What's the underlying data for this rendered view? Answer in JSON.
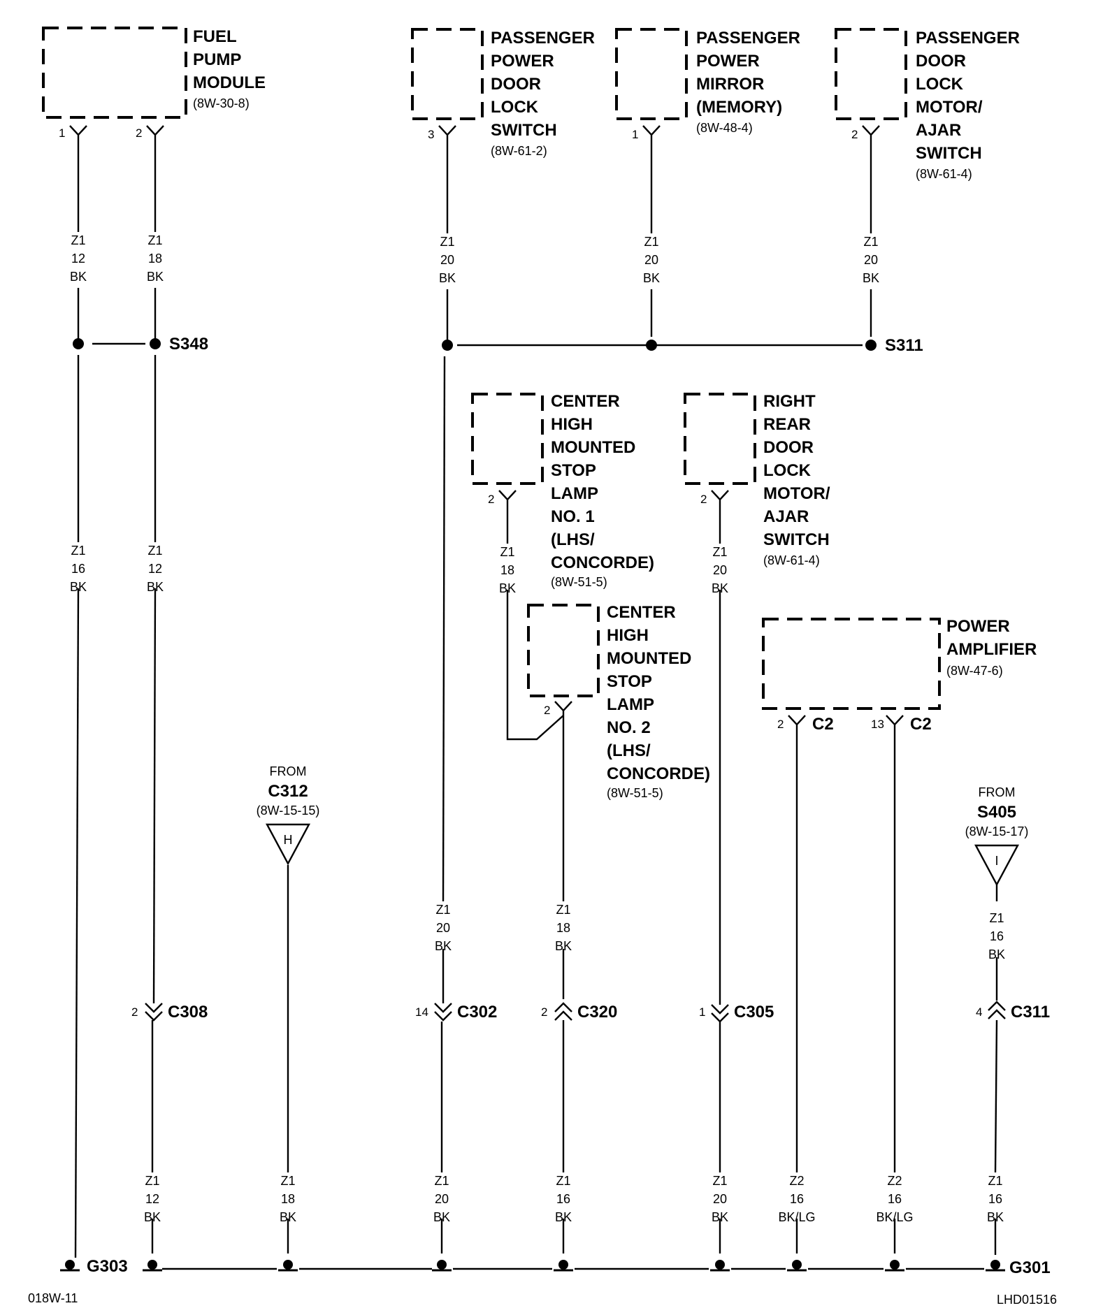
{
  "diagram": {
    "components": [
      {
        "id": "fuel-pump-module",
        "lines": [
          "FUEL",
          "PUMP",
          "MODULE"
        ],
        "ref": "(8W-30-8)"
      },
      {
        "id": "passenger-power-door-lock-switch",
        "lines": [
          "PASSENGER",
          "POWER",
          "DOOR",
          "LOCK",
          "SWITCH"
        ],
        "ref": "(8W-61-2)"
      },
      {
        "id": "passenger-power-mirror",
        "lines": [
          "PASSENGER",
          "POWER",
          "MIRROR",
          "(MEMORY)"
        ],
        "ref": "(8W-48-4)"
      },
      {
        "id": "passenger-door-lock-motor",
        "lines": [
          "PASSENGER",
          "DOOR",
          "LOCK",
          "MOTOR/",
          "AJAR",
          "SWITCH"
        ],
        "ref": "(8W-61-4)"
      },
      {
        "id": "chmsl-no1",
        "lines": [
          "CENTER",
          "HIGH",
          "MOUNTED",
          "STOP",
          "LAMP",
          "NO. 1",
          "(LHS/",
          "CONCORDE)"
        ],
        "ref": "(8W-51-5)"
      },
      {
        "id": "right-rear-door-lock-motor",
        "lines": [
          "RIGHT",
          "REAR",
          "DOOR",
          "LOCK",
          "MOTOR/",
          "AJAR",
          "SWITCH"
        ],
        "ref": "(8W-61-4)"
      },
      {
        "id": "chmsl-no2",
        "lines": [
          "CENTER",
          "HIGH",
          "MOUNTED",
          "STOP",
          "LAMP",
          "NO. 2",
          "(LHS/",
          "CONCORDE)"
        ],
        "ref": "(8W-51-5)"
      },
      {
        "id": "power-amplifier",
        "lines": [
          "POWER",
          "AMPLIFIER"
        ],
        "ref": "(8W-47-6)"
      }
    ],
    "pins": {
      "fp1": "1",
      "fp2": "2",
      "pdls": "3",
      "ppm": "1",
      "pdlm": "2",
      "ch1": "2",
      "rrd": "2",
      "ch2": "2",
      "amp1": "2",
      "amp2": "13",
      "amp1_conn": "C2",
      "amp2_conn": "C2"
    },
    "wire_labels": [
      [
        "Z1",
        "12",
        "BK"
      ],
      [
        "Z1",
        "18",
        "BK"
      ],
      [
        "Z1",
        "20",
        "BK"
      ],
      [
        "Z1",
        "20",
        "BK"
      ],
      [
        "Z1",
        "20",
        "BK"
      ],
      [
        "Z1",
        "16",
        "BK"
      ],
      [
        "Z1",
        "12",
        "BK"
      ],
      [
        "Z1",
        "18",
        "BK"
      ],
      [
        "Z1",
        "20",
        "BK"
      ],
      [
        "Z1",
        "20",
        "BK"
      ],
      [
        "Z1",
        "18",
        "BK"
      ],
      [
        "Z1",
        "16",
        "BK"
      ],
      [
        "Z1",
        "12",
        "BK"
      ],
      [
        "Z1",
        "18",
        "BK"
      ],
      [
        "Z1",
        "20",
        "BK"
      ],
      [
        "Z1",
        "16",
        "BK"
      ],
      [
        "Z1",
        "20",
        "BK"
      ],
      [
        "Z2",
        "16",
        "BK/LG"
      ],
      [
        "Z2",
        "16",
        "BK/LG"
      ],
      [
        "Z1",
        "16",
        "BK"
      ]
    ],
    "splices": {
      "s348": "S348",
      "s311": "S311"
    },
    "inline_connectors": [
      {
        "pin": "2",
        "name": "C308"
      },
      {
        "pin": "14",
        "name": "C302"
      },
      {
        "pin": "2",
        "name": "C320"
      },
      {
        "pin": "1",
        "name": "C305"
      },
      {
        "pin": "4",
        "name": "C311"
      }
    ],
    "from_refs": [
      {
        "from": "FROM",
        "name": "C312",
        "ref": "(8W-15-15)",
        "letter": "H"
      },
      {
        "from": "FROM",
        "name": "S405",
        "ref": "(8W-15-17)",
        "letter": "I"
      }
    ],
    "grounds": {
      "g303": "G303",
      "g301": "G301"
    },
    "footer": {
      "left": "018W-11",
      "right": "LHD01516"
    }
  }
}
